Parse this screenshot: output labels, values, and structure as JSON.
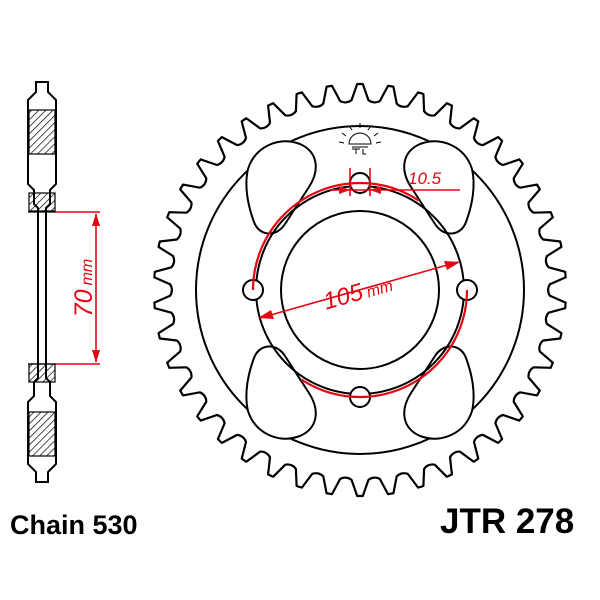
{
  "colors": {
    "outline": "#000000",
    "dimension": "#e30613",
    "hatch": "#000000",
    "background": "#ffffff"
  },
  "sprocket": {
    "teeth": 42
  },
  "dimensions": {
    "side_height_value": "70",
    "side_height_unit": "mm",
    "pcd_value": "105",
    "pcd_unit": "mm",
    "bolt_hole_value": "10.5"
  },
  "labels": {
    "chain": "Chain 530",
    "part_number": "JTR 278"
  },
  "icons": {
    "logo": "jt-sunburst-logo-icon"
  }
}
